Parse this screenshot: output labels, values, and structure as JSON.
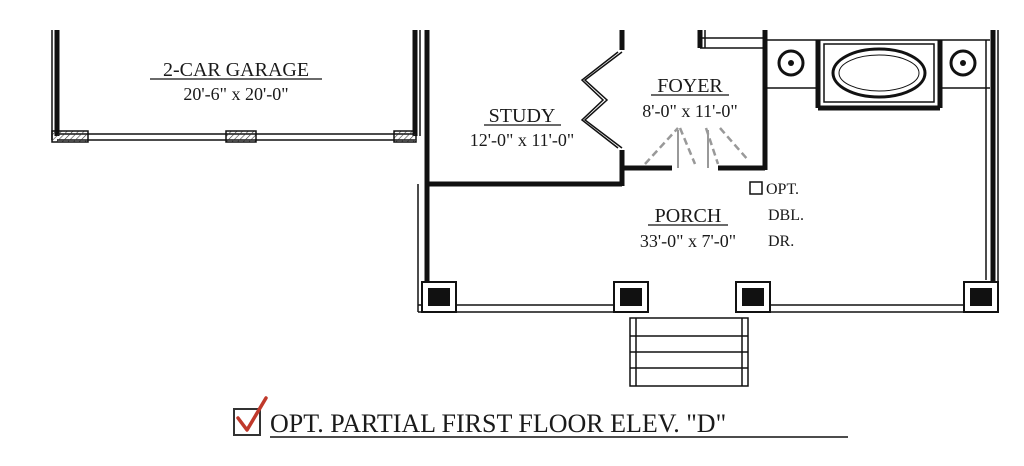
{
  "rooms": {
    "garage": {
      "name": "2-CAR GARAGE",
      "dims": "20'-6\" x 20'-0\""
    },
    "study": {
      "name": "STUDY",
      "dims": "12'-0\" x 11'-0\""
    },
    "foyer": {
      "name": "FOYER",
      "dims": "8'-0\" x 11'-0\""
    },
    "porch": {
      "name": "PORCH",
      "dims": "33'-0\" x 7'-0\""
    }
  },
  "option_note": {
    "line1": "OPT.",
    "line2": "DBL.",
    "line3": "DR."
  },
  "title": "OPT. PARTIAL FIRST FLOOR ELEV. \"D\"",
  "colors": {
    "checkmark": "#c0392b",
    "ink": "#111111"
  }
}
